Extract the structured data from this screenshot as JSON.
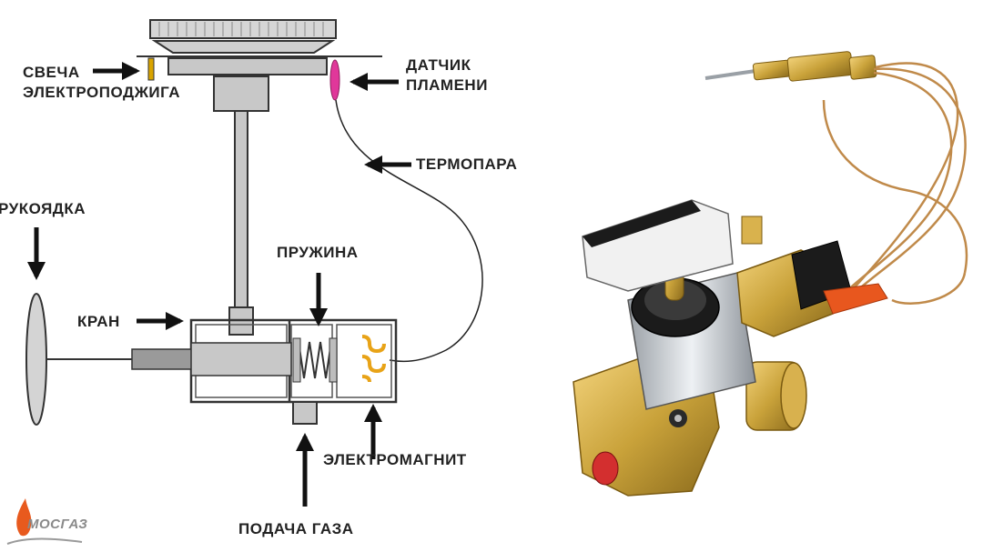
{
  "labels": {
    "ignition_line1": "СВЕЧА",
    "ignition_line2": "ЭЛЕКТРОПОДЖИГА",
    "sensor_line1": "ДАТЧИК",
    "sensor_line2": "ПЛАМЕНИ",
    "thermocouple": "ТЕРМОПАРА",
    "handle": "РУКОЯДКА",
    "spring": "ПРУЖИНА",
    "valve": "КРАН",
    "electromagnet": "ЭЛЕКТРОМАГНИТ",
    "gas_supply": "ПОДАЧА ГАЗА"
  },
  "logo": {
    "text": "МОСГАЗ"
  },
  "colors": {
    "outline": "#333333",
    "arrow": "#111111",
    "fill_gray": "#c8c8c8",
    "rod_dark": "#7a7a7a",
    "sensor": "#e0379a",
    "coil": "#e8a317",
    "ignition_tip": "#d9a400",
    "brass": "#c9a23a",
    "logo_flame": "#e85a1e"
  }
}
